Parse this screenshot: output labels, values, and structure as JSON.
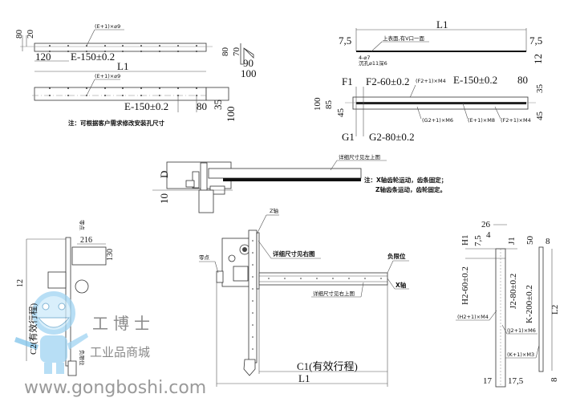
{
  "top_left": {
    "holes_label_1": "(E+1)×⌀9",
    "dim_80": "80",
    "dim_20": "20",
    "dim_120": "120",
    "dim_e150_1": "E-150±0.2",
    "dim_L1": "L1",
    "side_80": "80",
    "side_70": "70",
    "side_90": "90",
    "side_100": "100",
    "holes_label_2": "(E+1)×⌀9",
    "dim_e150_2": "E-150±0.2",
    "dim_80b": "80",
    "dim_35": "35",
    "dim_100b": "100",
    "note": "注：可根据客户需求修改安装孔尺寸"
  },
  "top_right": {
    "dim_L1": "L1",
    "dim_75_left": "7,5",
    "dim_75_right": "7,5",
    "surface_label": "上表面,有V口一面",
    "hole_label": "4-⌀7",
    "counterbore_label": "沉孔⌀11深6",
    "dim_12": "12",
    "F1": "F1",
    "F2": "F2-60±0.2",
    "f2_holes_top": "(F2+1)×M4",
    "e150": "E-150±0.2",
    "dim_80": "80",
    "dim_100": "100",
    "dim_85": "85",
    "dim_45_left": "45",
    "dim_35": "35",
    "dim_45_right": "45",
    "g2_holes": "(G2+1)×M6",
    "e_holes": "(E+1)×M8",
    "f2_holes_bottom": "(F2+1)×M4",
    "G1": "G1",
    "G2": "G2-80±0.2"
  },
  "middle": {
    "dim_D": "D",
    "dim_10": "10",
    "detail_label": "详细尺寸见左上图",
    "note_line1": "注：X轴齿轮运动，齿条固定；",
    "note_line2": "Z轴齿条运动，齿轮固定。"
  },
  "bottom_left": {
    "top_label": "零点",
    "dim_216": "216",
    "dim_130": "130",
    "dim_12": "12",
    "c2": "C2(有效行程)",
    "bottom_label": "负限位"
  },
  "bottom_middle": {
    "z_axis": "Z轴",
    "detail_right": "详细尺寸见右图",
    "zero_point": "零点",
    "neg_limit": "负限位",
    "x_axis": "X轴",
    "detail_right_top": "详细尺寸见右上图",
    "c1": "C1(有效行程)",
    "L1": "L1"
  },
  "bottom_right": {
    "dim_26": "26",
    "dim_4": "4",
    "dim_75": "7,5",
    "H1": "H1",
    "J1": "J1",
    "dim_50": "50",
    "dim_8_top": "8",
    "H2": "H2-60±0.2",
    "J2": "J2-80±0.2",
    "K": "K-200±0.2",
    "L2": "L2",
    "h2_holes": "(H2+1)×M4",
    "j2_holes": "(J2+1)×M6",
    "k_holes": "(K+1)×M3",
    "dim_17": "17",
    "dim_175": "17,5",
    "dim_8_bottom": "8"
  },
  "watermark": {
    "brand": "工博士",
    "subtitle": "工业品商城",
    "url": "www.gongboshi.com",
    "mascot_color": "#7fc3ea"
  }
}
